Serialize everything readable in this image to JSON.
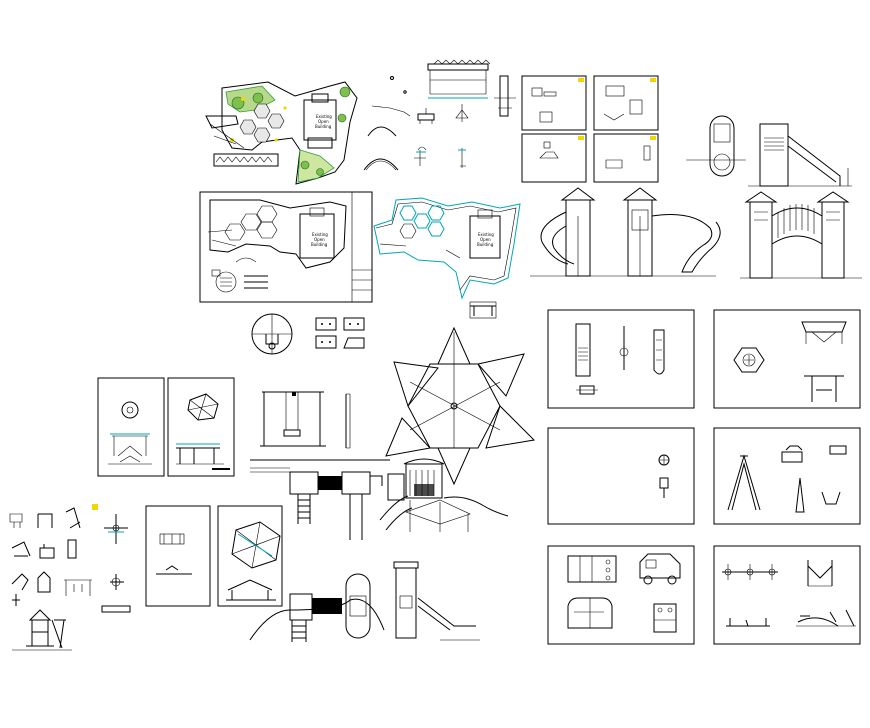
{
  "drawing": {
    "site_plan_label_lines": [
      "Existing",
      "Open",
      "Building"
    ],
    "background": "#ffffff",
    "line_color": "#000000",
    "accent_cyan": "#00a7b5",
    "accent_green": "#2e9e3a",
    "accent_yellow": "#f2d600",
    "sheet_frames": [
      "site-plan-master",
      "site-plan-titleblock",
      "site-plan-cyan",
      "sheet-grid-top-right",
      "panel-slide-elevations",
      "panel-hexagon-roof",
      "panel-blank-detail",
      "panel-swing-a-frame",
      "panel-vehicle-toys",
      "panel-spring-riders"
    ]
  }
}
